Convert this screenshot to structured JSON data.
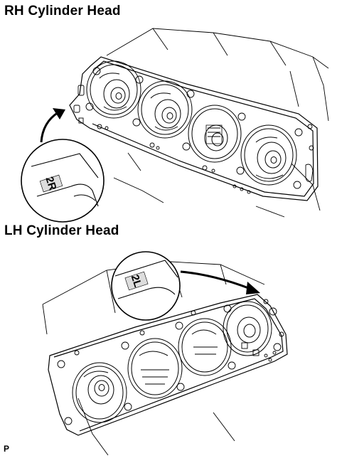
{
  "rh": {
    "title": "RH Cylinder Head",
    "mark": "2R"
  },
  "lh": {
    "title": "LH Cylinder Head",
    "mark": "2L"
  },
  "footer": {
    "code": "P"
  },
  "colors": {
    "ink": "#000000",
    "paper": "#ffffff"
  },
  "icons": [
    "callout-arrow",
    "magnifier-circle"
  ]
}
